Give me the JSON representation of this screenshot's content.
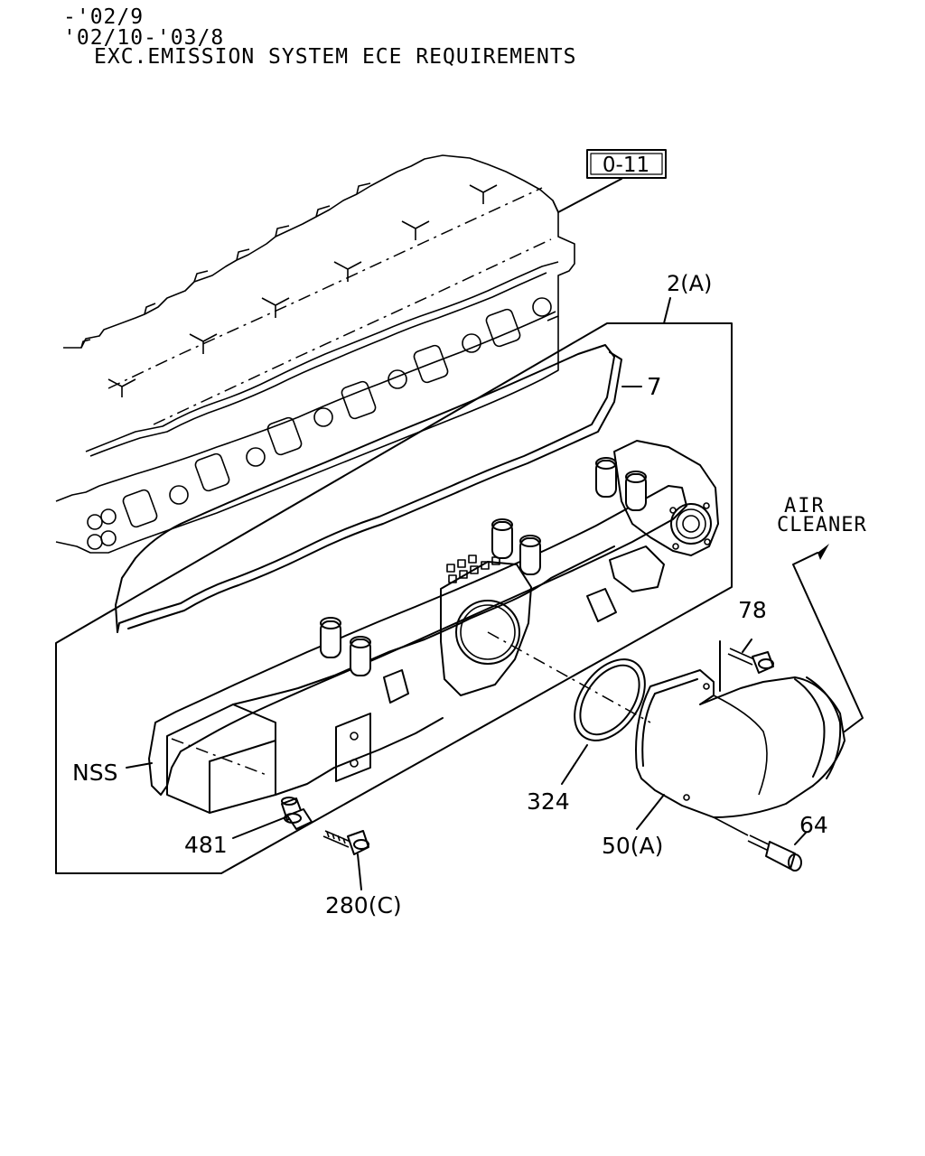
{
  "header": {
    "line1": "-'02/9",
    "line2": "'02/10-'03/8",
    "line3": "EXC.EMISSION SYSTEM ECE REQUIREMENTS"
  },
  "diagram": {
    "ref_box": "0-11",
    "air_cleaner_line1": "AIR",
    "air_cleaner_line2": "CLEANER",
    "callouts": {
      "assembly": "2(A)",
      "gasket": "7",
      "manifold": "NSS",
      "plug": "481",
      "bolt_280": "280(C)",
      "ring": "324",
      "elbow": "50(A)",
      "bolt_78": "78",
      "stud_64": "64"
    }
  }
}
